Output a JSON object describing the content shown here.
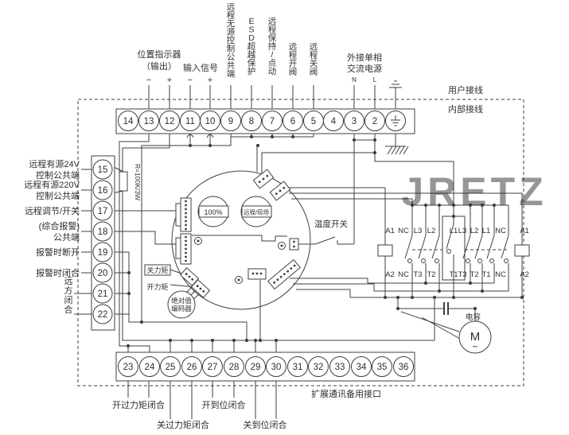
{
  "colors": {
    "line": "#3f3f3f",
    "watermark": "#ee3b3b"
  },
  "watermark": "JRETZ",
  "zones": {
    "user": "用户接线",
    "internal": "内部接线",
    "expansion": "扩展通讯备用接口"
  },
  "top_area": {
    "position_indicator": {
      "line1": "位置指示器",
      "line2": "（输出）",
      "minus": "−",
      "plus": "+"
    },
    "input_signal": {
      "label": "输入信号",
      "minus": "−",
      "plus": "+"
    },
    "vertical_labels": [
      {
        "text": "远程无源控制公共端",
        "terminal": "9"
      },
      {
        "text": "ESD超越保护",
        "terminal": "8"
      },
      {
        "text": "远程保持/点动",
        "terminal": "7"
      },
      {
        "text": "远程开阀",
        "terminal": "6"
      },
      {
        "text": "远程关阀",
        "terminal": "5"
      }
    ],
    "power": {
      "line1": "外接单相",
      "line2": "交流电源",
      "n": "N",
      "l": "L"
    }
  },
  "terminals": {
    "top": [
      "14",
      "13",
      "12",
      "11",
      "10",
      "9",
      "8",
      "7",
      "6",
      "5",
      "4",
      "3",
      "2",
      ""
    ],
    "left": [
      "15",
      "16",
      "17",
      "18",
      "19",
      "20",
      "21",
      "22"
    ],
    "bottom": [
      "23",
      "24",
      "25",
      "26",
      "27",
      "28",
      "29",
      "30",
      "31",
      "32",
      "33",
      "34",
      "35",
      "36"
    ]
  },
  "left_labels": {
    "t15_line1": "远程有源24V",
    "t15_line2": "控制公共端",
    "t16_line1": "远程有源220V",
    "t16_line2": "控制公共端",
    "t17": "远程调节/开关",
    "t18_line1": "(综合报警)",
    "t18_line2": "公共端",
    "t19": "报警时断开",
    "t20": "报警时闭合",
    "t21_22": "远方闭合"
  },
  "resistor": "R=100K/3W",
  "device": {
    "display": "100%",
    "selector": "远程/现场",
    "encoder_line1": "绝对值",
    "encoder_line2": "编码器",
    "close_torque": "关力矩",
    "open_torque": "开力矩",
    "temp_switch": "温度开关"
  },
  "relay": {
    "top_row": [
      "A1",
      "NC",
      "L3",
      "L2",
      "L1",
      "L3",
      "L2",
      "L1",
      "NC",
      "A1"
    ],
    "bottom_row": [
      "A2",
      "NC",
      "T3",
      "T2",
      "T1",
      "T3",
      "T2",
      "T1",
      "NC",
      "A2"
    ]
  },
  "motor": {
    "label": "M",
    "wave": "~",
    "capacitor": "电容"
  },
  "bottom_labels": {
    "open_overtorque": "开过力矩闭合",
    "close_overtorque": "关过力矩闭合",
    "open_limit": "开到位闭合",
    "close_limit": "关到位闭合"
  }
}
